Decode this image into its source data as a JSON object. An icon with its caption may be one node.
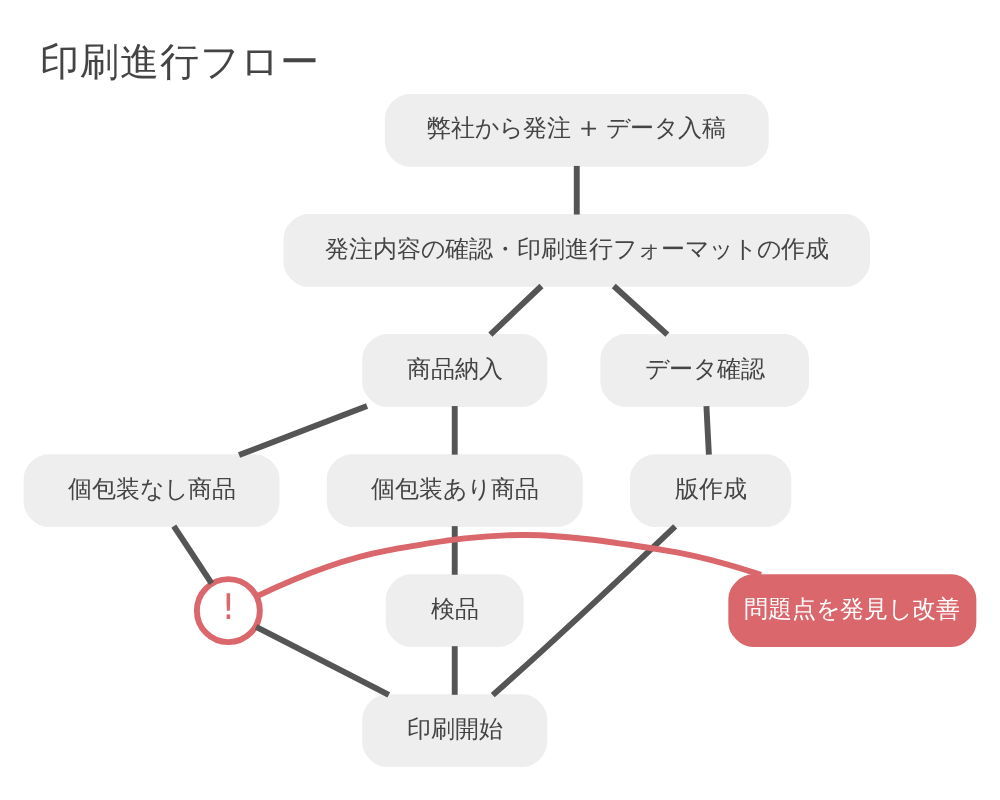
{
  "diagram": {
    "title": "印刷進行フロー",
    "nodes": [
      {
        "text": [
          "弊社から発注 + データ入稿"
        ]
      },
      {
        "text": [
          "発注内容の確認・印刷進行フォーマットの作成"
        ]
      },
      {
        "text": [
          "商品納入"
        ]
      },
      {
        "text": [
          "データ確認"
        ]
      },
      {
        "text": [
          "個包装なし商品"
        ]
      },
      {
        "text": [
          "個包装あり商品"
        ]
      },
      {
        "text": [
          "版作成"
        ]
      },
      {
        "text": [
          "検品"
        ]
      },
      {
        "text": [
          "印刷開始"
        ]
      },
      {
        "text": [
          "!"
        ]
      },
      {
        "text": [
          "問題点を発見し改善"
        ]
      }
    ],
    "edges": [
      {
        "from": 0,
        "to": 1,
        "arrow": "none"
      },
      {
        "from": 1,
        "to": 2,
        "arrow": "none"
      },
      {
        "from": 1,
        "to": 3,
        "arrow": "none"
      },
      {
        "from": 2,
        "to": 4,
        "arrow": "none"
      },
      {
        "from": 2,
        "to": 5,
        "arrow": "none"
      },
      {
        "from": 3,
        "to": 6,
        "arrow": "none"
      },
      {
        "from": 4,
        "to": 9,
        "arrow": "none"
      },
      {
        "from": 9,
        "to": 8,
        "arrow": "none"
      },
      {
        "from": 5,
        "to": 7,
        "arrow": "none"
      },
      {
        "from": 7,
        "to": 8,
        "arrow": "none"
      },
      {
        "from": 6,
        "to": 8,
        "arrow": "none"
      },
      {
        "from": 10,
        "to": 9,
        "arrow": "none",
        "color": "#d9676b"
      }
    ]
  }
}
